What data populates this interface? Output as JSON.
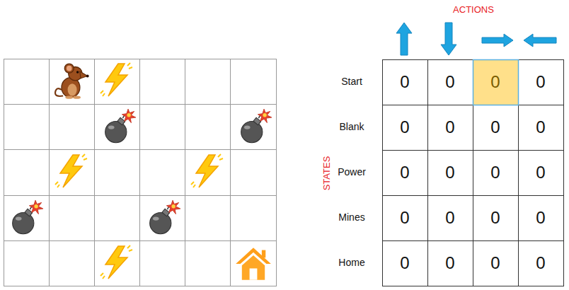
{
  "diagram": {
    "labels": [
      "ACTIONS",
      "STATES",
      "Start",
      "0",
      "0",
      "0",
      "0",
      "Blank",
      "0",
      "0",
      "0",
      "0",
      "Power",
      "0",
      "0",
      "0",
      "0",
      "Mines",
      "0",
      "0",
      "0",
      "0",
      "Home",
      "0",
      "0",
      "0",
      "0"
    ]
  }
}
